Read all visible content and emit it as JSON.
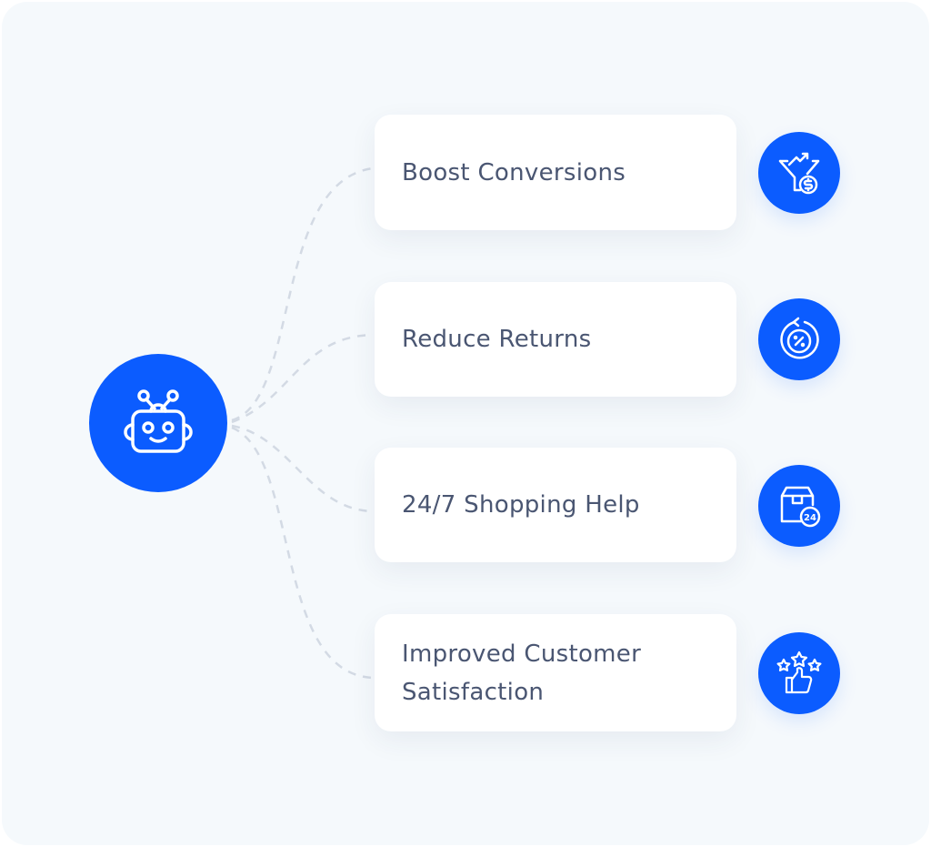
{
  "colors": {
    "accent": "#0b5cff",
    "line": "#d3dae4",
    "text": "#4a5672"
  },
  "hub": {
    "icon": "robot-icon"
  },
  "benefits": [
    {
      "label": "Boost Conversions",
      "icon": "funnel-dollar-icon"
    },
    {
      "label": "Reduce Returns",
      "icon": "return-percent-icon"
    },
    {
      "label": "24/7 Shopping Help",
      "icon": "box-24-icon"
    },
    {
      "label": "Improved Customer Satisfaction",
      "icon": "stars-thumbs-up-icon"
    }
  ]
}
